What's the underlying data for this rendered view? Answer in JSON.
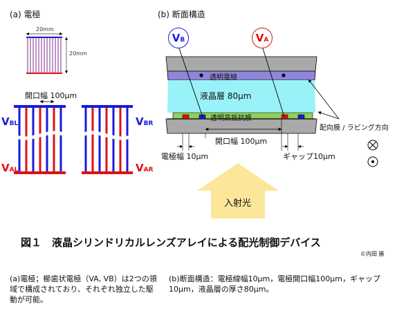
{
  "panel_a": {
    "title": "(a) 電極",
    "dim_width": "20mm",
    "dim_height": "20mm",
    "gap_label": "開口幅 100μm",
    "vbl": {
      "main": "V",
      "sub": "BL"
    },
    "vbr": {
      "main": "V",
      "sub": "BR"
    },
    "val": {
      "main": "V",
      "sub": "AL"
    },
    "var": {
      "main": "V",
      "sub": "AR"
    }
  },
  "panel_b": {
    "title": "(b) 断面構造",
    "vb": {
      "main": "V",
      "sub": "B"
    },
    "va": {
      "main": "V",
      "sub": "A"
    },
    "transparent_electrode": "透明電極",
    "lc_layer": "液晶層 80μm",
    "high_resistance_film": "透明高抵抗膜",
    "alignment_label": "配向膜 / ラビング方向",
    "electrode_width": "電極幅 10μm",
    "aperture_width": "開口幅 100μm",
    "gap": "ギャップ10μm",
    "incident_light": "入射光"
  },
  "caption": "図１　液晶シリンドリカルレンズアレイによる配光制御デバイス",
  "credit": "©内田 勝",
  "note_left": "(a)電極；櫛歯状電極（VA, VB）は2つの領域で構成されており、それぞれ独立した駆動が可能。",
  "note_right": "(b)断面構造：電極線幅10μm，電極開口幅100μm，ギャップ10μm，液晶層の厚さ80μm。",
  "colors": {
    "blue_electrode": "#1a1adb",
    "red_electrode": "#e01010",
    "lc_cyan": "#99f2f8",
    "electrode_purple": "#8e86d8",
    "resistive_green": "#8fd05a",
    "substrate_gray": "#a9a9a9",
    "arrow_yellow": "#fbe69a"
  }
}
